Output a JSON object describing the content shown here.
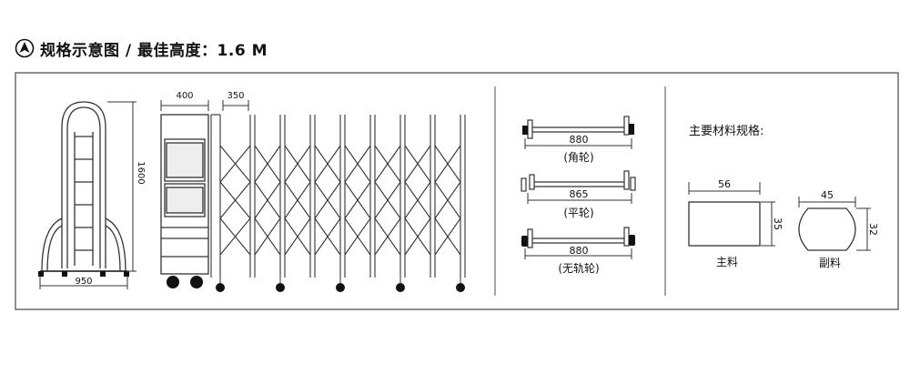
{
  "title": {
    "icon": "spec-arrow-icon",
    "text": "规格示意图 / 最佳高度：1.6 M"
  },
  "front_view": {
    "height_label": "1600",
    "width_label": "950"
  },
  "side_view": {
    "dim_head": "400",
    "dim_section": "350"
  },
  "wheel_types": [
    {
      "dimension": "880",
      "name": "(角轮)"
    },
    {
      "dimension": "865",
      "name": "(平轮)"
    },
    {
      "dimension": "880",
      "name": "(无轨轮)"
    }
  ],
  "materials": {
    "heading": "主要材料规格:",
    "main": {
      "width": "56",
      "height": "35",
      "name": "主料"
    },
    "secondary": {
      "width": "45",
      "height": "32",
      "name": "副料"
    }
  },
  "colors": {
    "line": "#333333",
    "wheel": "#111111",
    "panel_border": "#555555"
  }
}
